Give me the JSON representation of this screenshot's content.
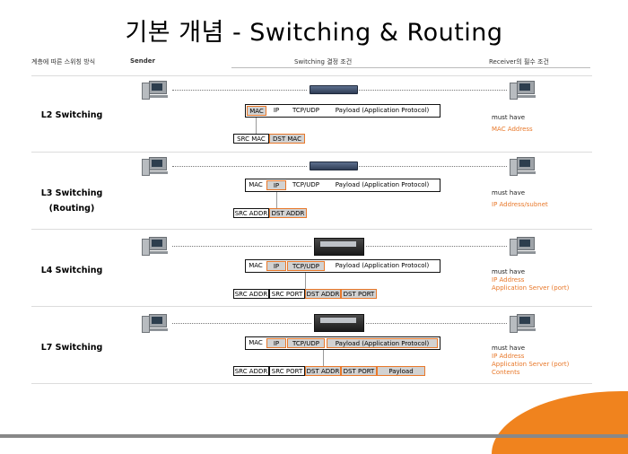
{
  "title": "기본 개념 - Switching & Routing",
  "header": {
    "layer_method": "계층에 따른 스위칭 방식",
    "sender": "Sender",
    "switching_basis": "Switching 결정 조건",
    "receiver": "Receiver의 필수 조건"
  },
  "rows": [
    {
      "label_line1": "L2 Switching",
      "label_line2": "",
      "packet": [
        "MAC",
        "IP",
        "TCP/UDP",
        "Payload (Application Protocol)"
      ],
      "fields": [
        "SRC MAC",
        "DST MAC"
      ],
      "must": "must have",
      "requirements": [
        "MAC Address"
      ]
    },
    {
      "label_line1": "L3 Switching",
      "label_line2": "(Routing)",
      "packet": [
        "MAC",
        "IP",
        "TCP/UDP",
        "Payload (Application Protocol)"
      ],
      "fields": [
        "SRC ADDR",
        "DST ADDR"
      ],
      "must": "must have",
      "requirements": [
        "IP Address/subnet"
      ]
    },
    {
      "label_line1": "L4 Switching",
      "label_line2": "",
      "packet": [
        "MAC",
        "IP",
        "TCP/UDP",
        "Payload (Application Protocol)"
      ],
      "fields": [
        "SRC ADDR",
        "SRC PORT",
        "DST ADDR",
        "DST PORT"
      ],
      "must": "must have",
      "requirements": [
        "IP Address",
        "Application Server (port)"
      ]
    },
    {
      "label_line1": "L7 Switching",
      "label_line2": "",
      "packet": [
        "MAC",
        "IP",
        "TCP/UDP",
        "Payload (Application Protocol)"
      ],
      "fields": [
        "SRC ADDR",
        "SRC PORT",
        "DST ADDR",
        "DST PORT",
        "Payload"
      ],
      "must": "must have",
      "requirements": [
        "IP Address",
        "Application Server (port)",
        "Contents"
      ]
    }
  ],
  "colors": {
    "accent": "#e8782a",
    "gray_fill": "#d2d2d2"
  },
  "icons": {
    "sender": "computer-icon",
    "switch": "network-switch-icon",
    "receiver": "computer-icon"
  }
}
